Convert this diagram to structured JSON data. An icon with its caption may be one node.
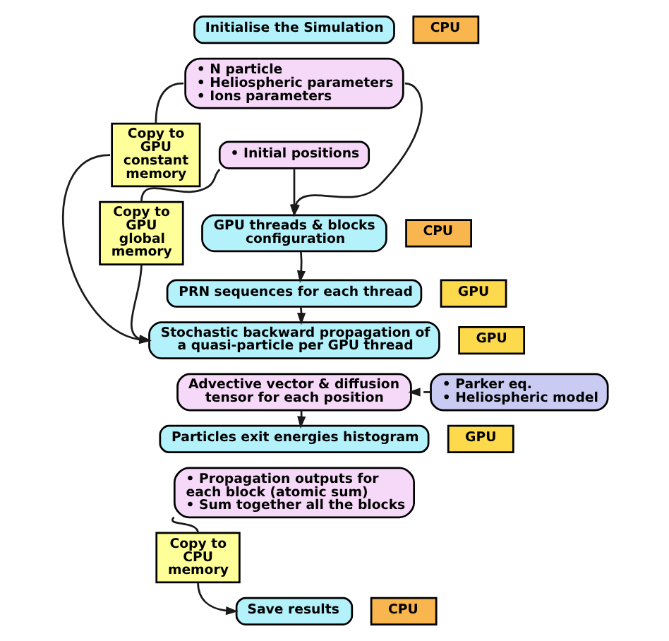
{
  "diagram": {
    "nodes": [
      {
        "text": [
          "Initialise the Simulation"
        ]
      },
      {
        "text": [
          "CPU"
        ]
      },
      {
        "text": [
          "• N particle",
          "• Heliospheric parameters",
          "• Ions parameters"
        ]
      },
      {
        "text": [
          "Copy to GPU constant memory"
        ]
      },
      {
        "text": [
          "• Initial positions"
        ]
      },
      {
        "text": [
          "Copy to GPU global memory"
        ]
      },
      {
        "text": [
          "GPU threads & blocks configuration"
        ]
      },
      {
        "text": [
          "CPU"
        ]
      },
      {
        "text": [
          "PRN sequences for each thread"
        ]
      },
      {
        "text": [
          "GPU"
        ]
      },
      {
        "text": [
          "Stochastic backward propagation of a quasi-particle per GPU thread"
        ]
      },
      {
        "text": [
          "GPU"
        ]
      },
      {
        "text": [
          "Advective vector & diffusion tensor for each position"
        ]
      },
      {
        "text": [
          "• Parker eq.",
          "• Heliospheric model"
        ]
      },
      {
        "text": [
          "Particles exit energies histogram"
        ]
      },
      {
        "text": [
          "GPU"
        ]
      },
      {
        "text": [
          "• Propagation outputs for each block (atomic sum)",
          "• Sum together all the blocks"
        ]
      },
      {
        "text": [
          "Copy to CPU memory"
        ]
      },
      {
        "text": [
          "Save results"
        ]
      },
      {
        "text": [
          "CPU"
        ]
      }
    ],
    "edges": [
      {
        "from": 2,
        "to": 3,
        "arrow": "none"
      },
      {
        "from": 3,
        "to": 10,
        "arrow": "to"
      },
      {
        "from": 2,
        "to": 6,
        "arrow": "to"
      },
      {
        "from": 4,
        "to": 6,
        "arrow": "to"
      },
      {
        "from": 4,
        "to": 5,
        "arrow": "none"
      },
      {
        "from": 5,
        "to": 10,
        "arrow": "to"
      },
      {
        "from": 6,
        "to": 8,
        "arrow": "to"
      },
      {
        "from": 8,
        "to": 10,
        "arrow": "to"
      },
      {
        "from": 13,
        "to": 12,
        "arrow": "to"
      },
      {
        "from": 12,
        "to": 14,
        "arrow": "to"
      },
      {
        "from": 16,
        "to": 17,
        "arrow": "none"
      },
      {
        "from": 17,
        "to": 18,
        "arrow": "to"
      }
    ]
  }
}
